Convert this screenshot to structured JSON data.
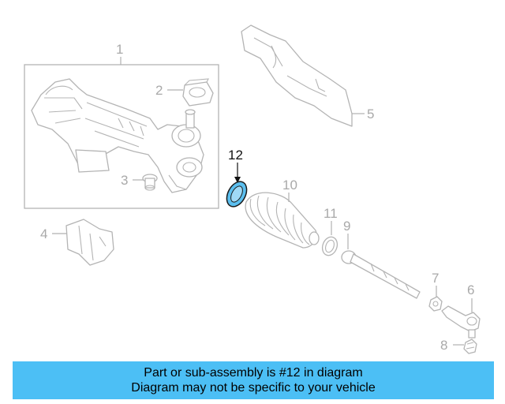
{
  "diagram": {
    "callouts": [
      {
        "id": "1",
        "label": "1"
      },
      {
        "id": "2",
        "label": "2"
      },
      {
        "id": "3",
        "label": "3"
      },
      {
        "id": "4",
        "label": "4"
      },
      {
        "id": "5",
        "label": "5"
      },
      {
        "id": "6",
        "label": "6"
      },
      {
        "id": "7",
        "label": "7"
      },
      {
        "id": "8",
        "label": "8"
      },
      {
        "id": "9",
        "label": "9"
      },
      {
        "id": "10",
        "label": "10"
      },
      {
        "id": "11",
        "label": "11"
      },
      {
        "id": "12",
        "label": "12"
      }
    ],
    "highlight_part": "12",
    "colors": {
      "highlight_fill": "#5bbfef",
      "banner_bg": "#4cbff5",
      "line_gray": "#b4b4b4"
    }
  },
  "banner": {
    "line1": "Part or sub-assembly is #12 in diagram",
    "line2": "Diagram may not be specific to your vehicle"
  }
}
